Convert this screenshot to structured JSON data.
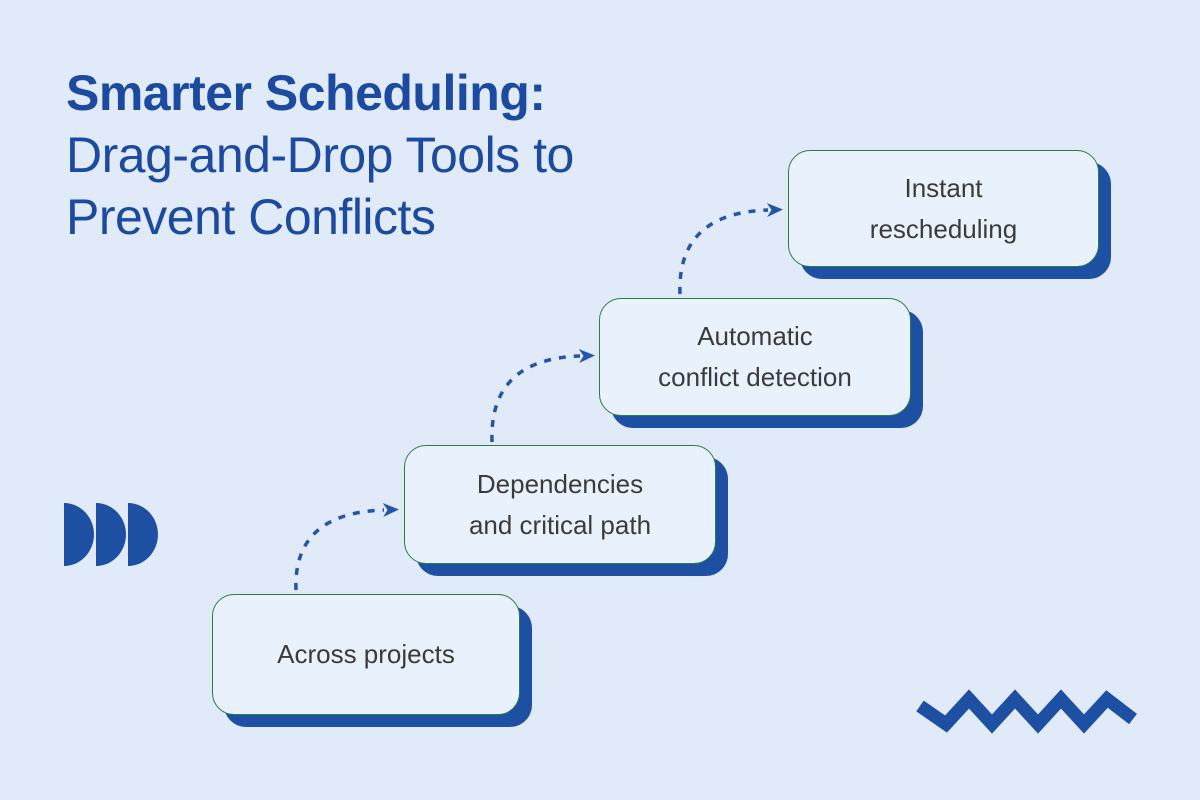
{
  "title": {
    "line1": "Smarter Scheduling:",
    "line2": "Drag-and-Drop Tools to",
    "line3": "Prevent Conflicts"
  },
  "steps": [
    {
      "label": "Across projects"
    },
    {
      "label": "Dependencies\nand critical path"
    },
    {
      "label": "Automatic\nconflict detection"
    },
    {
      "label": "Instant\nrescheduling"
    }
  ],
  "colors": {
    "background": "#e0eaf8",
    "box-fill": "#e8f1fc",
    "box-border-green": "#2b7d46",
    "accent-blue": "#1d4fa3",
    "title-blue": "#1c4aa0",
    "arrow-blue": "#2456a8",
    "box-text": "#3b3b3b"
  }
}
